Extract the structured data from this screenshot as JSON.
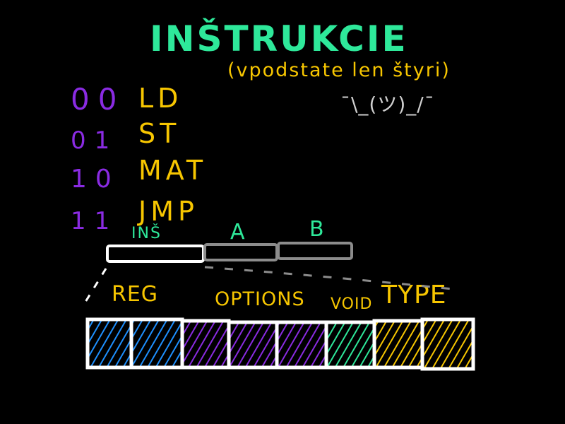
{
  "title": "INŠTRUKCIE",
  "subtitle": "(vpodstate len štyri)",
  "shrug": "¯\\_(ツ)_/¯",
  "instructions": [
    {
      "code": "00",
      "mnemonic": "LD"
    },
    {
      "code": "01",
      "mnemonic": "ST"
    },
    {
      "code": "10",
      "mnemonic": "MAT"
    },
    {
      "code": "11",
      "mnemonic": "JMP"
    }
  ],
  "top_fields": {
    "ins": "INŠ",
    "a": "A",
    "b": "B"
  },
  "bottom_fields": {
    "reg": "REG",
    "options": "OPTIONS",
    "void": "VOID",
    "type": "TYPE"
  },
  "colors": {
    "title": "#2ee89a",
    "yellow": "#f7c600",
    "purple": "#8a2be2",
    "blue": "#1e90ff",
    "green": "#2ee89a",
    "gray": "#8c8c8c",
    "white": "#ffffff"
  }
}
